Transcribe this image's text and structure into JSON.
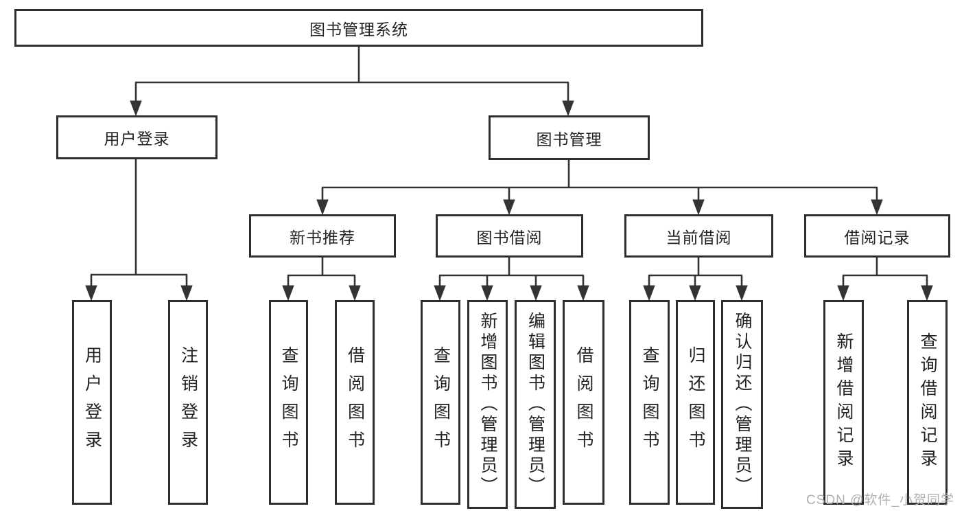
{
  "diagram": {
    "root": "图书管理系统",
    "level2": {
      "user_login": "用户登录",
      "book_mgmt": "图书管理"
    },
    "level3": {
      "new_book": "新书推荐",
      "book_borrow": "图书借阅",
      "current_borrow": "当前借阅",
      "borrow_record": "借阅记录"
    },
    "leaves": {
      "user_login_leaf": "用户登录",
      "logout_leaf": "注销登录",
      "nb_query": "查询图书",
      "nb_borrow": "借阅图书",
      "bb_query": "查询图书",
      "bb_add": "新增图书（管理员）",
      "bb_edit": "编辑图书（管理员）",
      "bb_borrow": "借阅图书",
      "cb_query": "查询图书",
      "cb_return": "归还图书",
      "cb_confirm": "确认归还（管理员）",
      "br_add": "新增借阅记录",
      "br_query": "查询借阅记录"
    }
  },
  "watermark": "CSDN @软件_小贺同学",
  "colors": {
    "line": "#333333",
    "box_border": "#2e2e2e",
    "text": "#222222",
    "watermark": "#b0b0b0",
    "background": "#ffffff"
  }
}
